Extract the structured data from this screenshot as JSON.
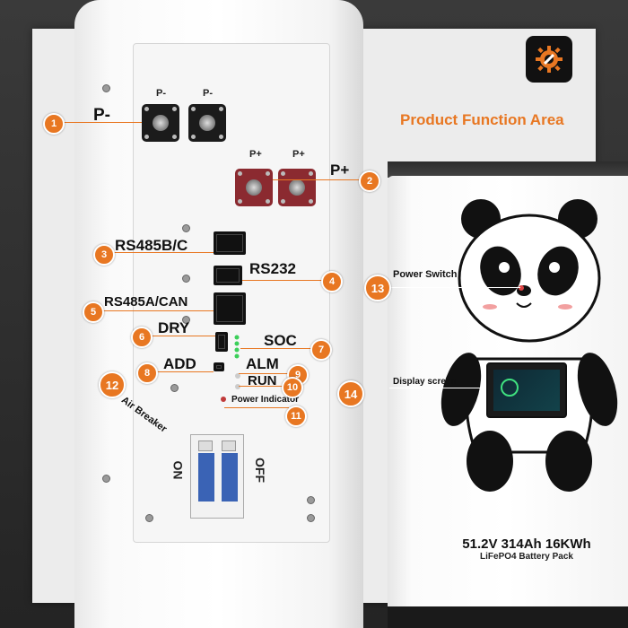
{
  "header": {
    "title": "Product Function Area",
    "icon": "gear-wrench-icon"
  },
  "terminals": {
    "neg_small_1": "P-",
    "neg_small_2": "P-",
    "neg_main": "P-",
    "pos_small_1": "P+",
    "pos_small_2": "P+",
    "pos_main": "P+"
  },
  "callouts": [
    {
      "num": "1",
      "label": "P-"
    },
    {
      "num": "2",
      "label": "P+"
    },
    {
      "num": "3",
      "label": "RS485B/C"
    },
    {
      "num": "4",
      "label": "RS232"
    },
    {
      "num": "5",
      "label": "RS485A/CAN"
    },
    {
      "num": "6",
      "label": "DRY"
    },
    {
      "num": "7",
      "label": "SOC"
    },
    {
      "num": "8",
      "label": "ADD"
    },
    {
      "num": "9",
      "label": "ALM"
    },
    {
      "num": "10",
      "label": "RUN"
    },
    {
      "num": "11",
      "label": "Power Indicator"
    },
    {
      "num": "12",
      "label": "Air Breaker"
    },
    {
      "num": "13",
      "label": "Power Switch"
    },
    {
      "num": "14",
      "label": "Display screen"
    }
  ],
  "breaker": {
    "on_label": "ON",
    "off_label": "OFF"
  },
  "pack": {
    "spec": "51.2V 314Ah 16KWh",
    "type": "LiFePO4  Battery  Pack"
  },
  "colors": {
    "accent": "#e87722",
    "positive_terminal": "#8b2a30",
    "breaker_handle": "#3a63b5"
  }
}
